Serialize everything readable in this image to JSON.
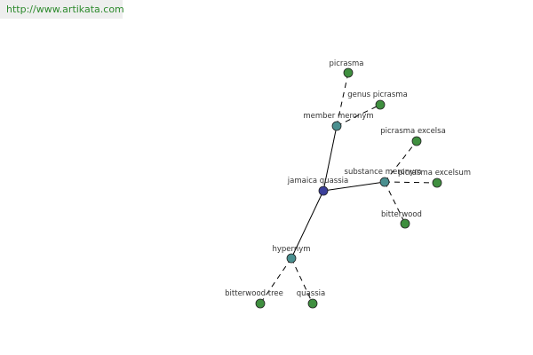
{
  "site_url": "http://www.artikata.com",
  "graph": {
    "colors": {
      "center": "#3b3f9a",
      "relation": "#4a8f8f",
      "leaf": "#3f8f3f",
      "node_stroke": "#222222",
      "edge": "#000000"
    },
    "nodes": [
      {
        "id": "jamaica-quassia",
        "label": "jamaica quassia",
        "kind": "center"
      },
      {
        "id": "member-meronym",
        "label": "member meronym",
        "kind": "relation"
      },
      {
        "id": "substance-meronym",
        "label": "substance meronym",
        "kind": "relation"
      },
      {
        "id": "hypernym",
        "label": "hypernym",
        "kind": "relation"
      },
      {
        "id": "picrasma",
        "label": "picrasma",
        "kind": "leaf"
      },
      {
        "id": "genus-picrasma",
        "label": "genus picrasma",
        "kind": "leaf"
      },
      {
        "id": "picrasma-excelsa",
        "label": "picrasma excelsa",
        "kind": "leaf"
      },
      {
        "id": "picrasma-excelsum",
        "label": "picrasma excelsum",
        "kind": "leaf"
      },
      {
        "id": "bitterwood",
        "label": "bitterwood",
        "kind": "leaf"
      },
      {
        "id": "bitterwood-tree",
        "label": "bitterwood tree",
        "kind": "leaf"
      },
      {
        "id": "quassia",
        "label": "quassia",
        "kind": "leaf"
      }
    ],
    "edges": [
      {
        "from": "jamaica-quassia",
        "to": "member-meronym",
        "style": "solid"
      },
      {
        "from": "jamaica-quassia",
        "to": "substance-meronym",
        "style": "solid"
      },
      {
        "from": "jamaica-quassia",
        "to": "hypernym",
        "style": "solid"
      },
      {
        "from": "member-meronym",
        "to": "picrasma",
        "style": "dashed"
      },
      {
        "from": "member-meronym",
        "to": "genus-picrasma",
        "style": "dashed"
      },
      {
        "from": "substance-meronym",
        "to": "picrasma-excelsa",
        "style": "dashed"
      },
      {
        "from": "substance-meronym",
        "to": "picrasma-excelsum",
        "style": "dashed"
      },
      {
        "from": "substance-meronym",
        "to": "bitterwood",
        "style": "dashed"
      },
      {
        "from": "hypernym",
        "to": "bitterwood-tree",
        "style": "dashed"
      },
      {
        "from": "hypernym",
        "to": "quassia",
        "style": "dashed"
      }
    ]
  }
}
